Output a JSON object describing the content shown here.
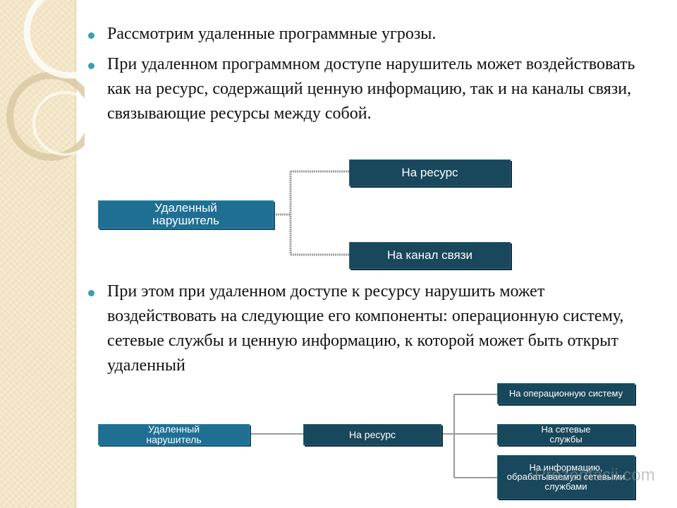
{
  "bullets": [
    "Рассмотрим удаленные программные угрозы.",
    "При удаленном программном доступе нарушитель может воздействовать как на ресурс, содержащий ценную информацию, так и на каналы связи, связывающие ресурсы между собой.",
    "При этом при удаленном доступе к ресурсу нарушить может воздействовать на следующие его компоненты: операционную систему, сетевые службы и ценную информацию, к которой может быть открыт удаленный"
  ],
  "diagram1": {
    "source": "Удаленный нарушитель",
    "target_resource": "На ресурс",
    "target_channel": "На канал связи"
  },
  "diagram2": {
    "source": "Удаленный нарушитель",
    "middle": "На ресурс",
    "targets": [
      "На операционную систему",
      "На сетевые службы",
      "На информацию, обрабатываемую сетевыми службами"
    ]
  },
  "watermark": "Prezentacii.com"
}
